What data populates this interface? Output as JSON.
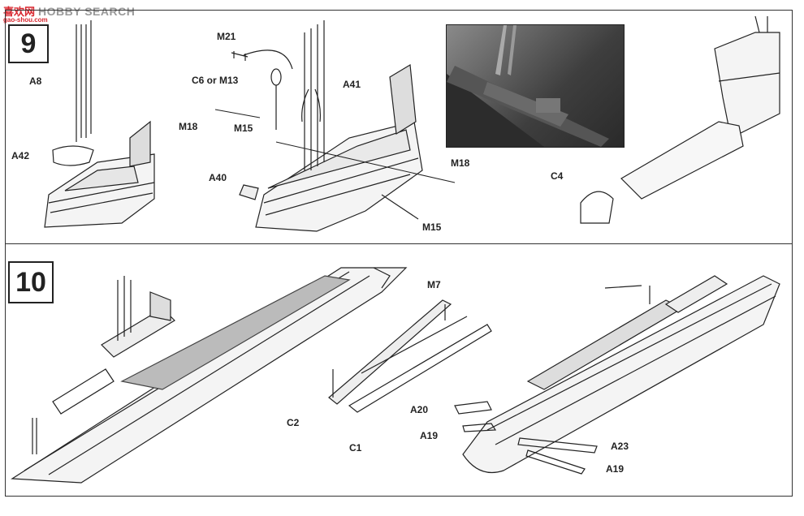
{
  "watermark": {
    "site_cn": "喜欢网",
    "site_en": "HOBBY SEARCH",
    "url": "gao-shou.com"
  },
  "steps": [
    {
      "number": "9"
    },
    {
      "number": "10"
    }
  ],
  "labels_step9": [
    "A8",
    "A42",
    "M21",
    "C6 or M13",
    "A41",
    "M18",
    "M15",
    "A40",
    "M18",
    "M15",
    "C4"
  ],
  "labels_step10": [
    "M7",
    "C2",
    "C1",
    "A20",
    "A19",
    "A23",
    "A19"
  ]
}
